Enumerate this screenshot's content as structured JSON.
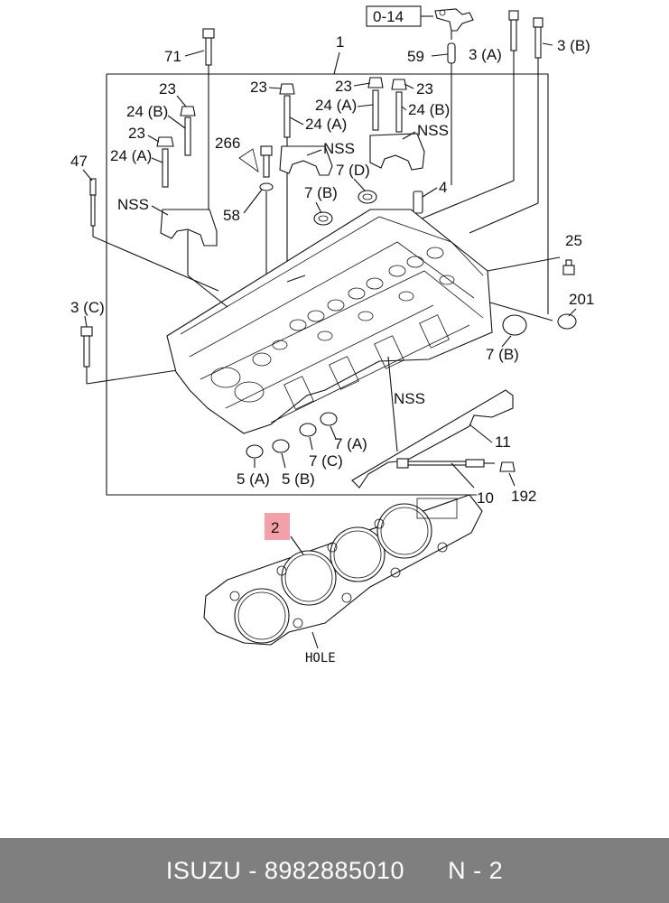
{
  "diagram": {
    "ref_box": "0-14",
    "callouts": {
      "c1": "1",
      "c2": "2",
      "c3a": "3 (A)",
      "c3b": "3 (B)",
      "c3c": "3 (C)",
      "c4": "4",
      "c5a": "5 (A)",
      "c5b": "5 (B)",
      "c7a": "7 (A)",
      "c7b_1": "7 (B)",
      "c7b_2": "7 (B)",
      "c7c": "7 (C)",
      "c7d": "7 (D)",
      "c10": "10",
      "c11": "11",
      "c23_1": "23",
      "c23_2": "23",
      "c23_3": "23",
      "c23_4": "23",
      "c23_5": "23",
      "c24a_1": "24 (A)",
      "c24a_2": "24 (A)",
      "c24a_3": "24 (A)",
      "c24b_1": "24 (B)",
      "c24b_2": "24 (B)",
      "c25": "25",
      "c47": "47",
      "c58": "58",
      "c59": "59",
      "c71": "71",
      "c192": "192",
      "c201": "201",
      "c266": "266",
      "nss_1": "NSS",
      "nss_2": "NSS",
      "nss_3": "NSS",
      "nss_4": "NSS",
      "hole": "HOLE"
    },
    "highlight_color": "#f4a0a8"
  },
  "footer": {
    "brand": "ISUZU",
    "part_number": "8982885010",
    "page_ref": "N - 2",
    "text": "ISUZU - 8982885010      N - 2",
    "background": "#7f7f7f"
  }
}
